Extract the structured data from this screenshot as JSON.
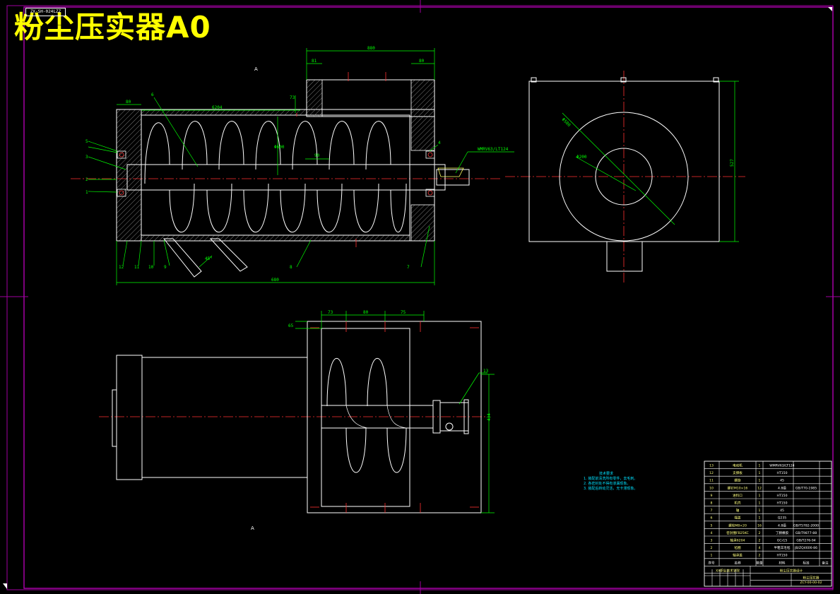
{
  "drawing_title": "粉尘压实器A0",
  "corner_tag": "ZX-SH-024LZZ",
  "views": {
    "section_label": "A",
    "view_label": "A"
  },
  "technical_notes": {
    "heading": "技术要求",
    "lines": [
      "1. 装配前清洗所有零件，去毛刺。",
      "2. 各密封处不得有渗漏现象。",
      "3. 装配后转动灵活，无卡滞现象。"
    ]
  },
  "dimensions": {
    "top_overall": "880",
    "top_left_part": "81",
    "top_right_part": "80",
    "inlet_height": "73",
    "end_cap": "80",
    "pitch": "90",
    "diameter_label": "Φ600",
    "bottom_overall": "680",
    "right_view_height": "527",
    "right_view_d1": "Φ580",
    "right_view_d2": "Φ200",
    "bottom_view_top_1": "73",
    "bottom_view_top_2": "80",
    "bottom_view_top_3": "75",
    "bottom_view_left": "65",
    "bottom_view_height": "434",
    "bearing_label": "6204",
    "motor_label": "WMRV63/LT124",
    "angle": "45°"
  },
  "callouts": [
    "1",
    "2",
    "3",
    "4",
    "5",
    "6",
    "7",
    "8",
    "9",
    "10",
    "11",
    "12",
    "13"
  ],
  "bom": {
    "rows": [
      {
        "no": "13",
        "name": "电动机",
        "qty": "1",
        "mat": "WMRV63/LT124",
        "std": ""
      },
      {
        "no": "12",
        "name": "支撑板",
        "qty": "1",
        "mat": "HT150",
        "std": ""
      },
      {
        "no": "11",
        "name": "螺旋",
        "qty": "1",
        "mat": "45",
        "std": ""
      },
      {
        "no": "10",
        "name": "螺钉M10×16",
        "qty": "12",
        "mat": "4.8级",
        "std": "GB/T70-1985"
      },
      {
        "no": "9",
        "name": "进料口",
        "qty": "1",
        "mat": "HT150",
        "std": ""
      },
      {
        "no": "8",
        "name": "机壳",
        "qty": "1",
        "mat": "HT150",
        "std": ""
      },
      {
        "no": "7",
        "name": "轴",
        "qty": "1",
        "mat": "45",
        "std": ""
      },
      {
        "no": "6",
        "name": "端盖",
        "qty": "1",
        "mat": "Q235",
        "std": ""
      },
      {
        "no": "5",
        "name": "螺栓M8×20",
        "qty": "16",
        "mat": "4.8级",
        "std": "GB/T5782-2000"
      },
      {
        "no": "4",
        "name": "密封圈FB25KC",
        "qty": "2",
        "mat": "丁腈橡胶",
        "std": "GB/T9877-88"
      },
      {
        "no": "3",
        "name": "轴承6204",
        "qty": "2",
        "mat": "GCr15",
        "std": "GB/T276-94"
      },
      {
        "no": "2",
        "name": "毡圈",
        "qty": "4",
        "mat": "半粗羊毛毡",
        "std": "JB/ZQ4606-86"
      },
      {
        "no": "1",
        "name": "轴承盖",
        "qty": "2",
        "mat": "HT150",
        "std": ""
      }
    ],
    "header": {
      "no": "序号",
      "name": "名称",
      "qty": "数量",
      "mat": "材料",
      "std": "标准",
      "note": "备注"
    },
    "school": "XX职业技术学院",
    "project": "粉尘压实器设计",
    "drawing_name": "粉尘压实器",
    "drawing_no": "ZCY-00-00-02"
  }
}
